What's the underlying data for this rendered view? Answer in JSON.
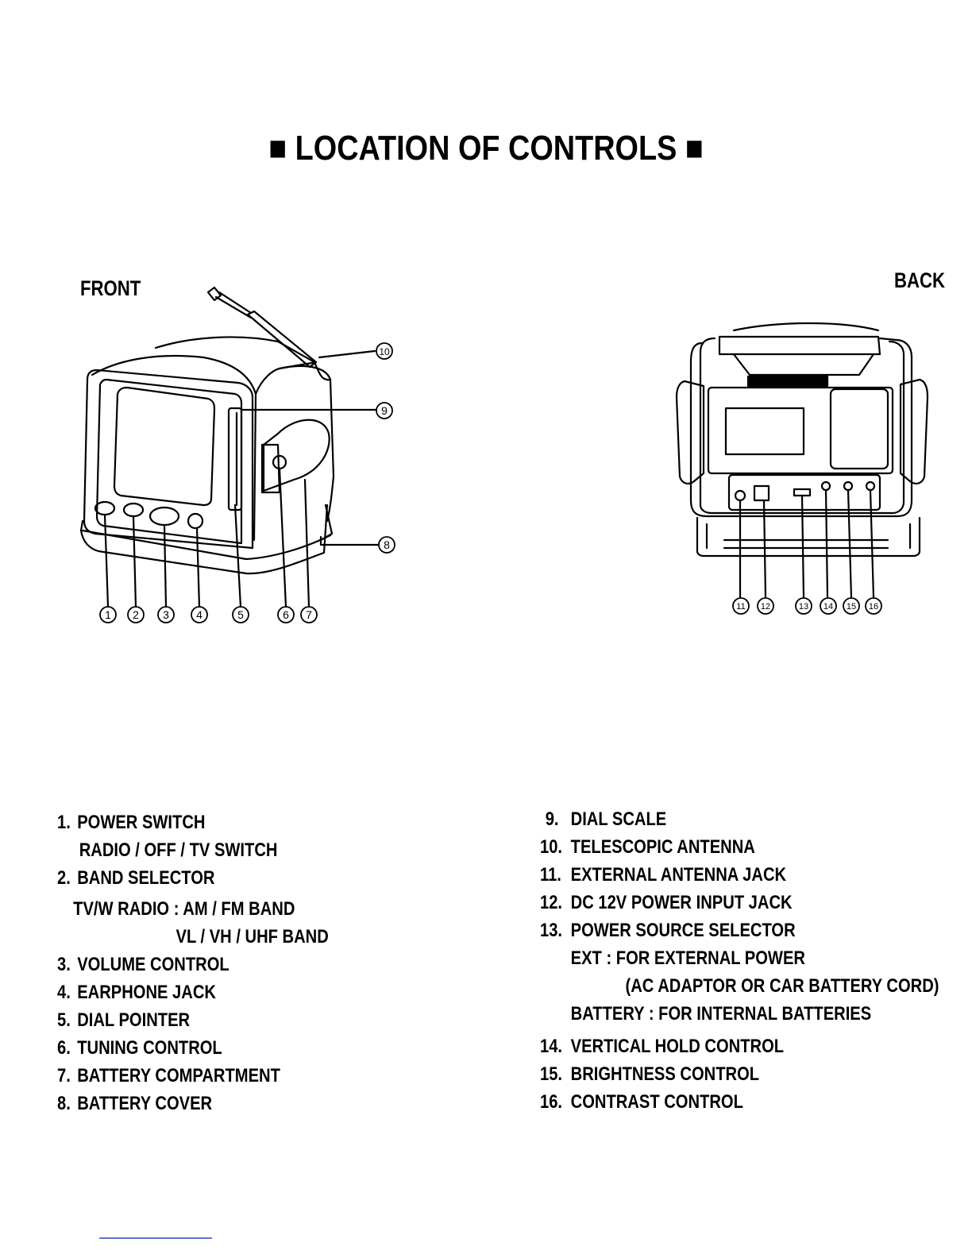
{
  "title": "■ LOCATION OF CONTROLS ■",
  "front_label": "FRONT",
  "back_label": "BACK",
  "callouts_front": [
    "1",
    "2",
    "3",
    "4",
    "5",
    "6",
    "7",
    "8",
    "9",
    "10"
  ],
  "callouts_back": [
    "11",
    "12",
    "13",
    "14",
    "15",
    "16"
  ],
  "left_list": [
    {
      "num": "1.",
      "text": "POWER SWITCH"
    },
    {
      "num": "",
      "text": "RADIO / OFF / TV  SWITCH"
    },
    {
      "num": "2.",
      "text": "BAND SELECTOR"
    },
    {
      "num": "",
      "text": "TV/W RADIO  :  AM / FM  BAND"
    },
    {
      "num": "",
      "text": "VL / VH / UHF  BAND"
    },
    {
      "num": "3.",
      "text": "VOLUME CONTROL"
    },
    {
      "num": "4.",
      "text": "EARPHONE JACK"
    },
    {
      "num": "5.",
      "text": "DIAL POINTER"
    },
    {
      "num": "6.",
      "text": "TUNING CONTROL"
    },
    {
      "num": "7.",
      "text": "BATTERY COMPARTMENT"
    },
    {
      "num": "8.",
      "text": "BATTERY COVER"
    }
  ],
  "right_list": [
    {
      "num": "9.",
      "text": "DIAL SCALE"
    },
    {
      "num": "10.",
      "text": "TELESCOPIC ANTENNA"
    },
    {
      "num": "11.",
      "text": "EXTERNAL ANTENNA JACK"
    },
    {
      "num": "12.",
      "text": "DC 12V POWER INPUT JACK"
    },
    {
      "num": "13.",
      "text": "POWER SOURCE SELECTOR"
    },
    {
      "num": "",
      "text": "EXT  :  FOR EXTERNAL POWER"
    },
    {
      "num": "",
      "text": "(AC ADAPTOR OR CAR BATTERY CORD)"
    },
    {
      "num": "",
      "text": "BATTERY  :  FOR INTERNAL BATTERIES"
    },
    {
      "num": "14.",
      "text": "VERTICAL HOLD CONTROL"
    },
    {
      "num": "15.",
      "text": "BRIGHTNESS CONTROL"
    },
    {
      "num": "16.",
      "text": "CONTRAST CONTROL"
    }
  ]
}
